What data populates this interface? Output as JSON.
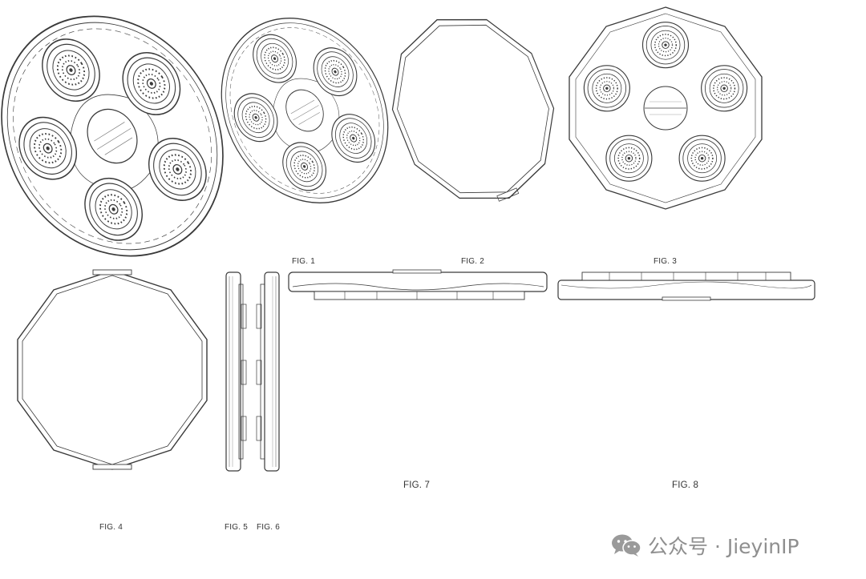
{
  "figures": {
    "fig1": "FIG. 1",
    "fig2": "FIG. 2",
    "fig3": "FIG. 3",
    "fig4": "FIG. 4",
    "fig5": "FIG. 5",
    "fig6": "FIG. 6",
    "fig7": "FIG. 7",
    "fig8": "FIG. 8"
  },
  "watermark": {
    "text": "公众号 · JieyinIP",
    "icon": "wechat-icon"
  },
  "colors": {
    "line": "#3a3a3a",
    "label": "#333333",
    "watermark": "#8f8f8f"
  }
}
